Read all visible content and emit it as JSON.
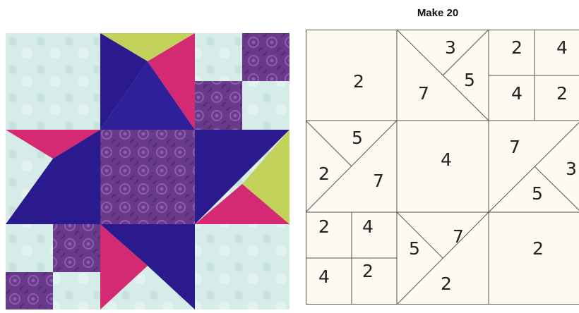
{
  "heading": "Make 20",
  "diagram": {
    "labels": {
      "c1": "2",
      "c2_top": "3",
      "c2_left": "7",
      "c2_right": "5",
      "c3_tl": "2",
      "c3_tr": "4",
      "c3_bl": "4",
      "c3_br": "2",
      "c4_top": "5",
      "c4_left": "2",
      "c4_right": "7",
      "c5": "4",
      "c6_top": "7",
      "c6_right": "3",
      "c6_bottom": "5",
      "c7_tl": "2",
      "c7_tr": "4",
      "c7_bl": "4",
      "c7_br": "2",
      "c8_left": "5",
      "c8_right": "7",
      "c8_bottom": "2",
      "c9": "2"
    }
  },
  "colors": {
    "background_light": "#d6ece8",
    "navy": "#2b1a8e",
    "magenta": "#d42a74",
    "lime": "#c3d25a",
    "purple_print": "#6a3a8a",
    "diagram_fill": "#fcfaf1",
    "diagram_line": "#555555"
  }
}
